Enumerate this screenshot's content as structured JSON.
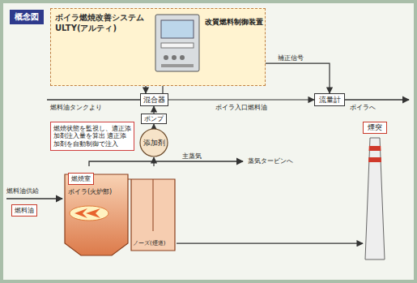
{
  "diagram": {
    "title": "概念図",
    "nodes": [
      {
        "text": [
          "ボイラ燃焼改善システム ULTY(アルティ)"
        ]
      },
      {
        "text": [
          "改質燃料制御装置"
        ],
        "in": 0
      },
      {
        "text": [
          "混合器"
        ]
      },
      {
        "text": [
          "流量計"
        ]
      },
      {
        "text": [
          "ポンプ"
        ]
      },
      {
        "text": [
          "添加剤"
        ]
      },
      {
        "text": [
          "燃焼状態を監視し、適正添加剤注入量を算出 適正添加剤を自動制御で注入"
        ]
      },
      {
        "text": [
          "ボイラ(火炉部)"
        ]
      },
      {
        "text": [
          "燃焼室"
        ],
        "in": 7
      },
      {
        "text": [
          "ノーズ(煙道)"
        ],
        "in": 7
      },
      {
        "text": [
          "煙突"
        ]
      }
    ],
    "edges": [
      {
        "from": 1,
        "to": 2,
        "arrow": "to"
      },
      {
        "from": 2,
        "to": 1,
        "arrow": "to"
      },
      {
        "from": 1,
        "to": 3,
        "label": "補正信号",
        "arrow": "to"
      },
      {
        "from": 2,
        "to": 3,
        "label": "ボイラ入口燃料油",
        "arrow": "to"
      },
      {
        "from": 4,
        "to": 2,
        "arrow": "to"
      },
      {
        "from": 5,
        "to": 4,
        "arrow": "to"
      },
      {
        "from": 7,
        "to": 5,
        "arrow": "to"
      },
      {
        "from": 7,
        "to": 10,
        "arrow": "to"
      }
    ],
    "labels": [
      "燃料油タンクより",
      "ボイラへ",
      "燃料油供給",
      "燃料油",
      "主蒸気",
      "蒸気タービンへ"
    ]
  }
}
